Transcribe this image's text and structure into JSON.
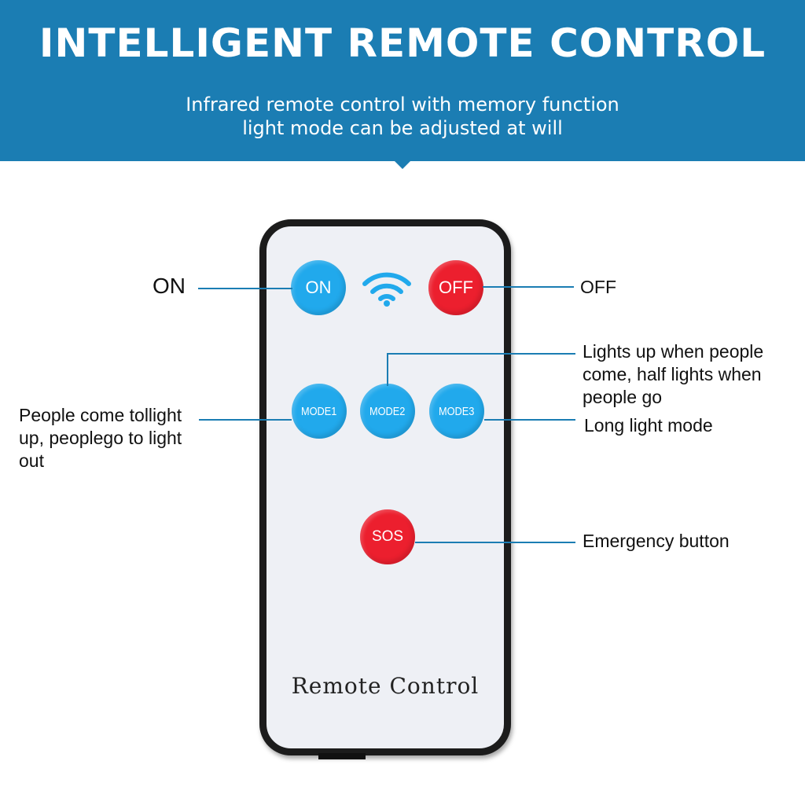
{
  "header": {
    "title": "INTELLIGENT REMOTE CONTROL",
    "subtitle_line1": "Infrared remote control with memory function",
    "subtitle_line2": "light mode can be adjusted at will"
  },
  "remote": {
    "brand_text": "Remote Control",
    "buttons": {
      "on": "ON",
      "off": "OFF",
      "mode1": "MODE1",
      "mode2": "MODE2",
      "mode3": "MODE3",
      "sos": "SOS"
    },
    "signal_icon": "wifi-signal-icon"
  },
  "callouts": {
    "on": "ON",
    "off": "OFF",
    "mode2_line1": "Lights up when people",
    "mode2_line2": "come, half lights when",
    "mode2_line3": "people go",
    "mode1_line1": "People come tollight",
    "mode1_line2": "up,  peoplego to light",
    "mode1_line3": "out",
    "mode3": "Long light mode",
    "sos": "Emergency button"
  },
  "colors": {
    "banner": "#1b7db3",
    "blue_button": "#21a9ec",
    "red_button": "#ec1f2e",
    "remote_face": "#eef0f5",
    "remote_frame": "#1c1c1c"
  }
}
